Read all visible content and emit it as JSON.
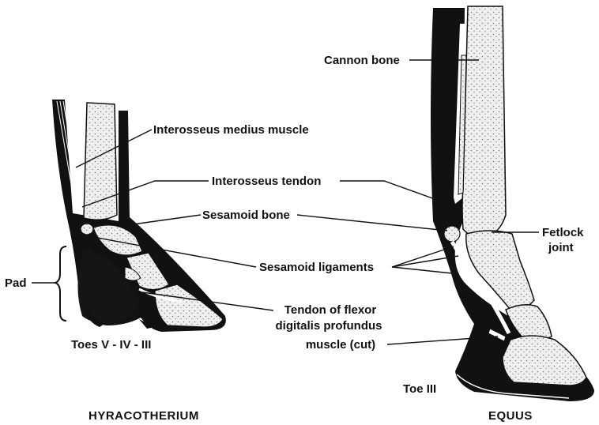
{
  "labels": {
    "cannon_bone": "Cannon bone",
    "interosseus_medius": "Interosseus medius muscle",
    "interosseus_tendon": "Interosseus tendon",
    "sesamoid_bone": "Sesamoid bone",
    "fetlock_l1": "Fetlock",
    "fetlock_l2": "joint",
    "sesamoid_ligaments": "Sesamoid ligaments",
    "pad": "Pad",
    "flexor_l1": "Tendon of flexor",
    "flexor_l2": "digitalis profundus",
    "flexor_l3": "muscle (cut)",
    "toes_v_iv_iii": "Toes V - IV - III",
    "toe_iii": "Toe III"
  },
  "captions": {
    "left": "HYRACOTHERIUM",
    "right": "EQUUS"
  },
  "colors": {
    "ink": "#111111",
    "bone_fill": "#eeeeee",
    "stipple": "#777777",
    "background": "#ffffff"
  }
}
